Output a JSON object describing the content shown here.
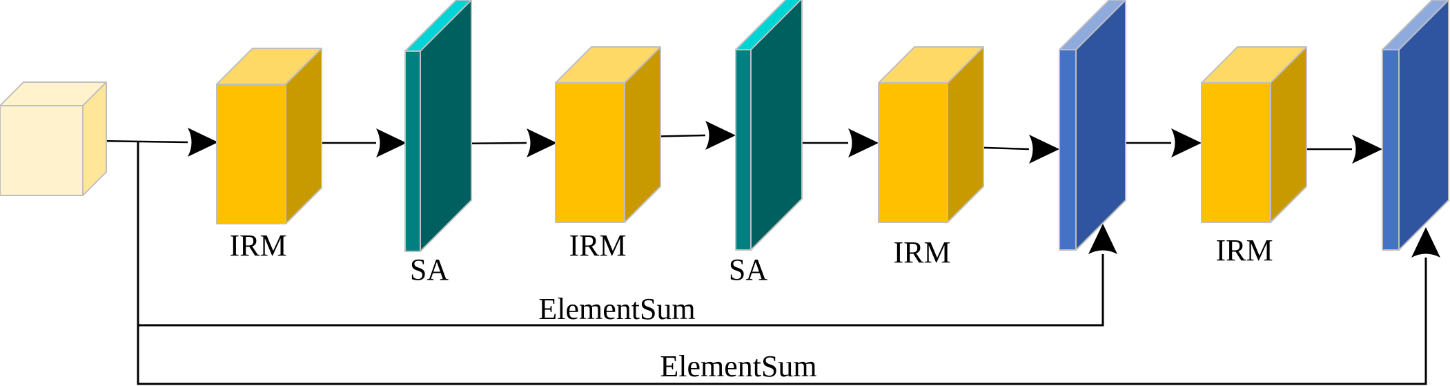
{
  "blocks": [
    {
      "kind": "input"
    },
    {
      "kind": "irm",
      "label": "IRM"
    },
    {
      "kind": "sa",
      "label": "SA"
    },
    {
      "kind": "irm",
      "label": "IRM"
    },
    {
      "kind": "sa",
      "label": "SA"
    },
    {
      "kind": "irm",
      "label": "IRM"
    },
    {
      "kind": "sum"
    },
    {
      "kind": "irm",
      "label": "IRM"
    },
    {
      "kind": "sum"
    }
  ],
  "skip_connections": [
    {
      "label": "ElementSum"
    },
    {
      "label": "ElementSum"
    }
  ],
  "colors": {
    "input_front": "#FFF2CC",
    "input_top": "#FFF2CC",
    "input_side": "#FFE699",
    "irm_front": "#FFC000",
    "irm_top": "#FFD966",
    "irm_side": "#C99A00",
    "sa_front": "#008080",
    "sa_top": "#00D4D4",
    "sa_side": "#005F5F",
    "sum_front": "#4472C4",
    "sum_top": "#8FAADC",
    "sum_side": "#2F55A0",
    "edge": "#BFBFBF",
    "line": "#000000"
  }
}
